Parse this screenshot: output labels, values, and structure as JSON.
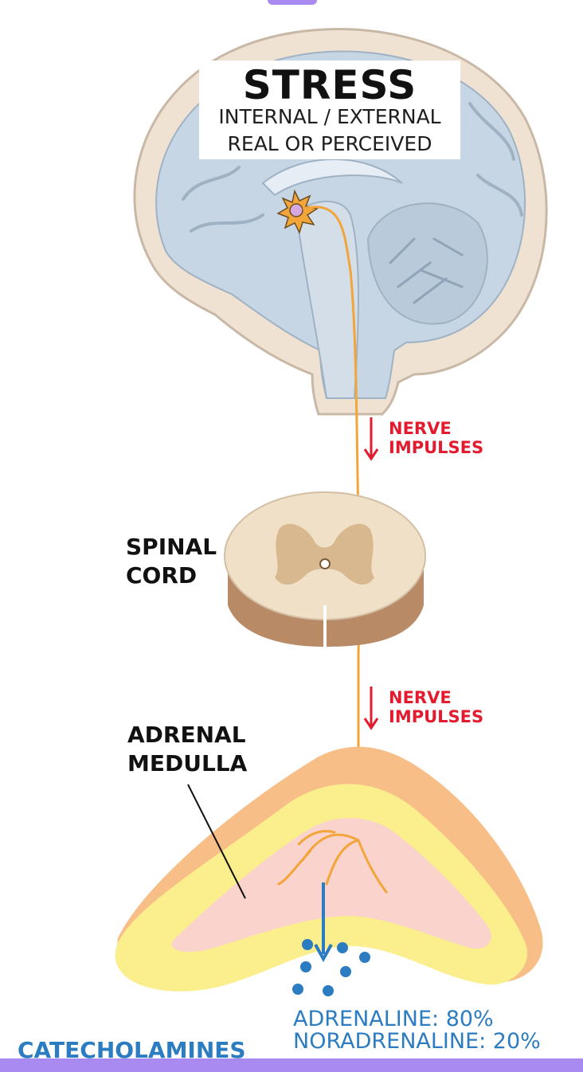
{
  "stress": {
    "title": "STRESS",
    "line1": "INTERNAL / EXTERNAL",
    "line2": "REAL OR PERCEIVED"
  },
  "nerve_impulses_1": {
    "line1": "NERVE",
    "line2": "IMPULSES"
  },
  "nerve_impulses_2": {
    "line1": "NERVE",
    "line2": "IMPULSES"
  },
  "spinal_cord": {
    "line1": "SPINAL",
    "line2": "CORD"
  },
  "adrenal_medulla": {
    "line1": "ADRENAL",
    "line2": "MEDULLA"
  },
  "catecholamines": {
    "label": "CATECHOLAMINES",
    "adrenaline": "ADRENALINE: 80%",
    "noradrenaline": "NORADRENALINE: 20%"
  },
  "colors": {
    "nerve_label": "#e31b2e",
    "nerve_fiber": "#f2a53a",
    "hormone_blue": "#2c7cc1",
    "bottom_band": "#a98af0"
  }
}
